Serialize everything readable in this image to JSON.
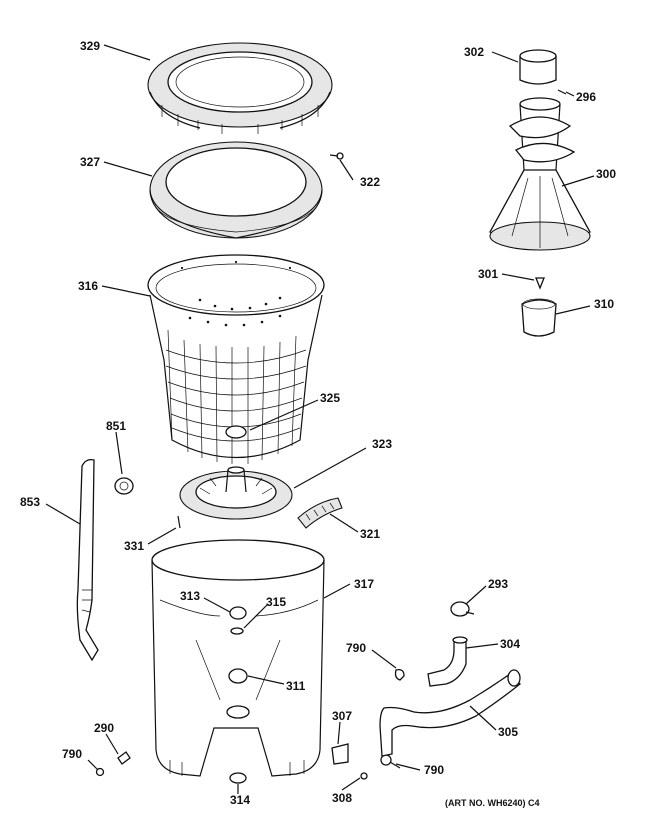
{
  "parts": [
    {
      "id": "p329",
      "label": "329"
    },
    {
      "id": "p327",
      "label": "327"
    },
    {
      "id": "p322",
      "label": "322"
    },
    {
      "id": "p316",
      "label": "316"
    },
    {
      "id": "p325",
      "label": "325"
    },
    {
      "id": "p323",
      "label": "323"
    },
    {
      "id": "p321",
      "label": "321"
    },
    {
      "id": "p851",
      "label": "851"
    },
    {
      "id": "p853",
      "label": "853"
    },
    {
      "id": "p331",
      "label": "331"
    },
    {
      "id": "p317",
      "label": "317"
    },
    {
      "id": "p313",
      "label": "313"
    },
    {
      "id": "p315",
      "label": "315"
    },
    {
      "id": "p311",
      "label": "311"
    },
    {
      "id": "p290",
      "label": "290"
    },
    {
      "id": "p790a",
      "label": "790"
    },
    {
      "id": "p314",
      "label": "314"
    },
    {
      "id": "p307",
      "label": "307"
    },
    {
      "id": "p308",
      "label": "308"
    },
    {
      "id": "p790b",
      "label": "790"
    },
    {
      "id": "p790c",
      "label": "790"
    },
    {
      "id": "p293",
      "label": "293"
    },
    {
      "id": "p304",
      "label": "304"
    },
    {
      "id": "p305",
      "label": "305"
    },
    {
      "id": "p302",
      "label": "302"
    },
    {
      "id": "p296",
      "label": "296"
    },
    {
      "id": "p300",
      "label": "300"
    },
    {
      "id": "p301",
      "label": "301"
    },
    {
      "id": "p310",
      "label": "310"
    }
  ],
  "credit": "(ART NO. WH6240) C4"
}
